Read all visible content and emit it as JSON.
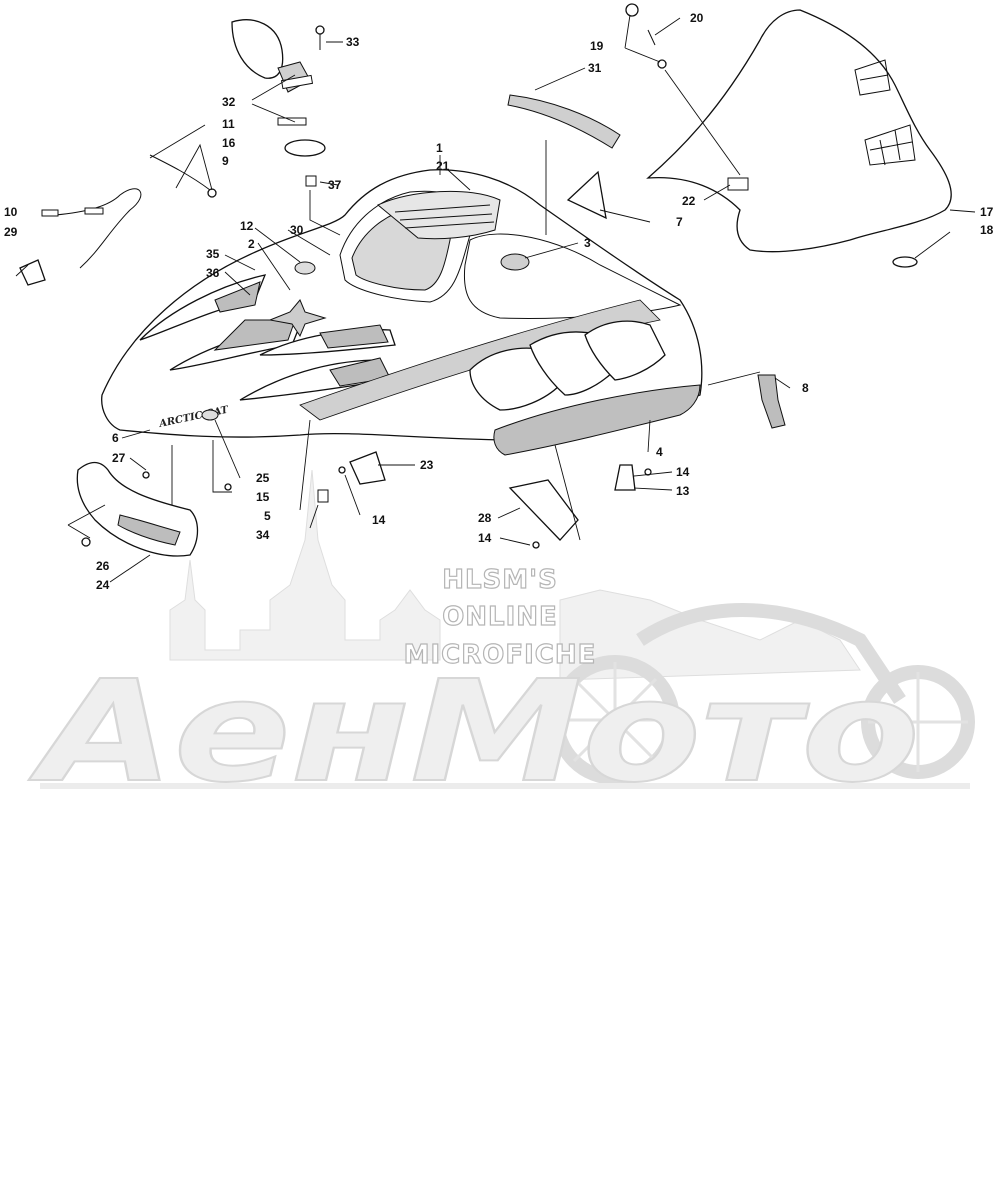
{
  "watermark": {
    "lines": [
      "HLSM'S",
      "ONLINE",
      "MICROFICHE"
    ],
    "logo_text": "AeнMoтo"
  },
  "decal_text": {
    "brand": "ARCTIC CAT"
  },
  "callouts": [
    {
      "id": "c33",
      "label": "33"
    },
    {
      "id": "c32",
      "label": "32"
    },
    {
      "id": "c11",
      "label": "11"
    },
    {
      "id": "c16",
      "label": "16"
    },
    {
      "id": "c9",
      "label": "9"
    },
    {
      "id": "c10",
      "label": "10"
    },
    {
      "id": "c29",
      "label": "29"
    },
    {
      "id": "c37",
      "label": "37"
    },
    {
      "id": "c1",
      "label": "1"
    },
    {
      "id": "c21",
      "label": "21"
    },
    {
      "id": "c12",
      "label": "12"
    },
    {
      "id": "c2",
      "label": "2"
    },
    {
      "id": "c30",
      "label": "30"
    },
    {
      "id": "c35",
      "label": "35"
    },
    {
      "id": "c36",
      "label": "36"
    },
    {
      "id": "c3",
      "label": "3"
    },
    {
      "id": "c7",
      "label": "7"
    },
    {
      "id": "c31",
      "label": "31"
    },
    {
      "id": "c19",
      "label": "19"
    },
    {
      "id": "c20",
      "label": "20"
    },
    {
      "id": "c22",
      "label": "22"
    },
    {
      "id": "c17",
      "label": "17"
    },
    {
      "id": "c18",
      "label": "18"
    },
    {
      "id": "c8",
      "label": "8"
    },
    {
      "id": "c4",
      "label": "4"
    },
    {
      "id": "c6",
      "label": "6"
    },
    {
      "id": "c27",
      "label": "27"
    },
    {
      "id": "c25",
      "label": "25"
    },
    {
      "id": "c15",
      "label": "15"
    },
    {
      "id": "c5",
      "label": "5"
    },
    {
      "id": "c34",
      "label": "34"
    },
    {
      "id": "c14a",
      "label": "14"
    },
    {
      "id": "c23",
      "label": "23"
    },
    {
      "id": "c28",
      "label": "28"
    },
    {
      "id": "c14b",
      "label": "14"
    },
    {
      "id": "c14c",
      "label": "14"
    },
    {
      "id": "c13",
      "label": "13"
    },
    {
      "id": "c26",
      "label": "26"
    },
    {
      "id": "c24",
      "label": "24"
    }
  ]
}
